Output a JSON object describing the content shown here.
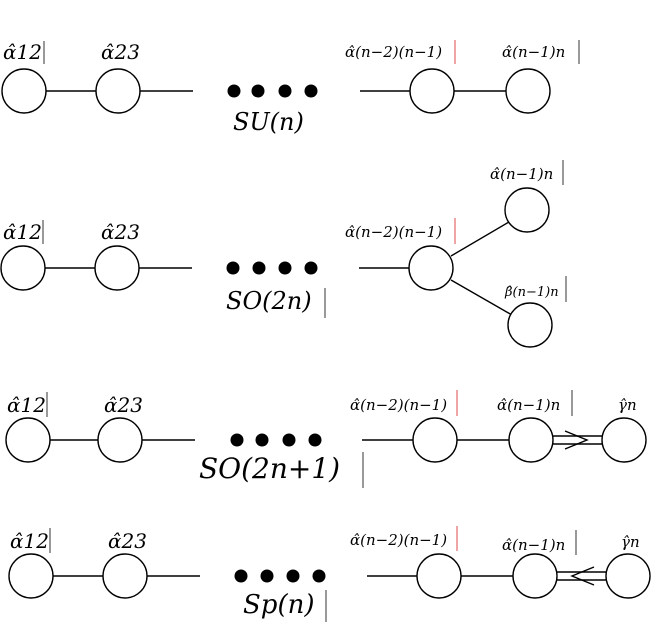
{
  "colors": {
    "stroke": "#000000",
    "marker": "#d81e1e"
  },
  "diagrams": [
    {
      "group": "SU(n)",
      "labels": {
        "a12": "α̂12",
        "a23": "α̂23",
        "left_end": "α̂(n−2)(n−1)",
        "right_end": "α̂(n−1)n"
      }
    },
    {
      "group": "SO(2n)",
      "labels": {
        "a12": "α̂12",
        "a23": "α̂23",
        "left_end": "α̂(n−2)(n−1)",
        "upper_branch": "α̂(n−1)n",
        "lower_branch": "β̂(n−1)n"
      }
    },
    {
      "group": "SO(2n+1)",
      "labels": {
        "a12": "α̂12",
        "a23": "α̂23",
        "left_end": "α̂(n−2)(n−1)",
        "right_end": "α̂(n−1)n",
        "last": "γ̂n"
      }
    },
    {
      "group": "Sp(n)",
      "labels": {
        "a12": "α̂12",
        "a23": "α̂23",
        "left_end": "α̂(n−2)(n−1)",
        "right_end": "α̂(n−1)n",
        "last": "γ̂n"
      }
    }
  ]
}
